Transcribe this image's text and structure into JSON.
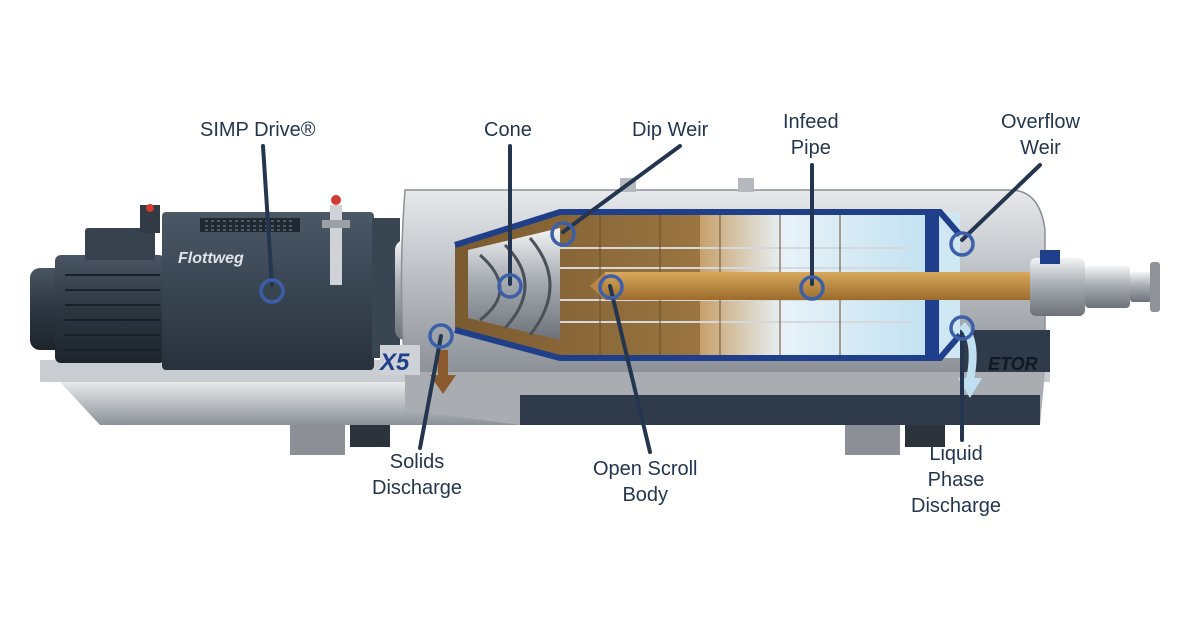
{
  "colors": {
    "background": "#ffffff",
    "label_text": "#24364f",
    "callout": "#24364f",
    "marker": "#3b5fa8",
    "machine_grey": "#9aa0a6",
    "housing_dark": "#2f3b4a",
    "solids_brown": "#8a6a3c",
    "liquid_blue": "#cfe6f3",
    "frame_blue": "#1f3f8a"
  },
  "brand": {
    "logo_text": "Flottweg",
    "model_text": "X5",
    "side_text": "ETOR"
  },
  "labels": {
    "simp_drive": [
      "SIMP Drive®"
    ],
    "cone": [
      "Cone"
    ],
    "dip_weir": [
      "Dip Weir"
    ],
    "infeed_pipe": [
      "Infeed",
      "Pipe"
    ],
    "overflow_weir": [
      "Overflow",
      "Weir"
    ],
    "solids_discharge": [
      "Solids",
      "Discharge"
    ],
    "open_scroll_body": [
      "Open Scroll",
      "Body"
    ],
    "liquid_phase_discharge": [
      "Liquid",
      "Phase",
      "Discharge"
    ]
  },
  "icons": {
    "solids_arrow": "arrow-down-icon",
    "liquid_arrow": "arrow-down-icon",
    "callout_marker": "circle-marker-icon"
  }
}
